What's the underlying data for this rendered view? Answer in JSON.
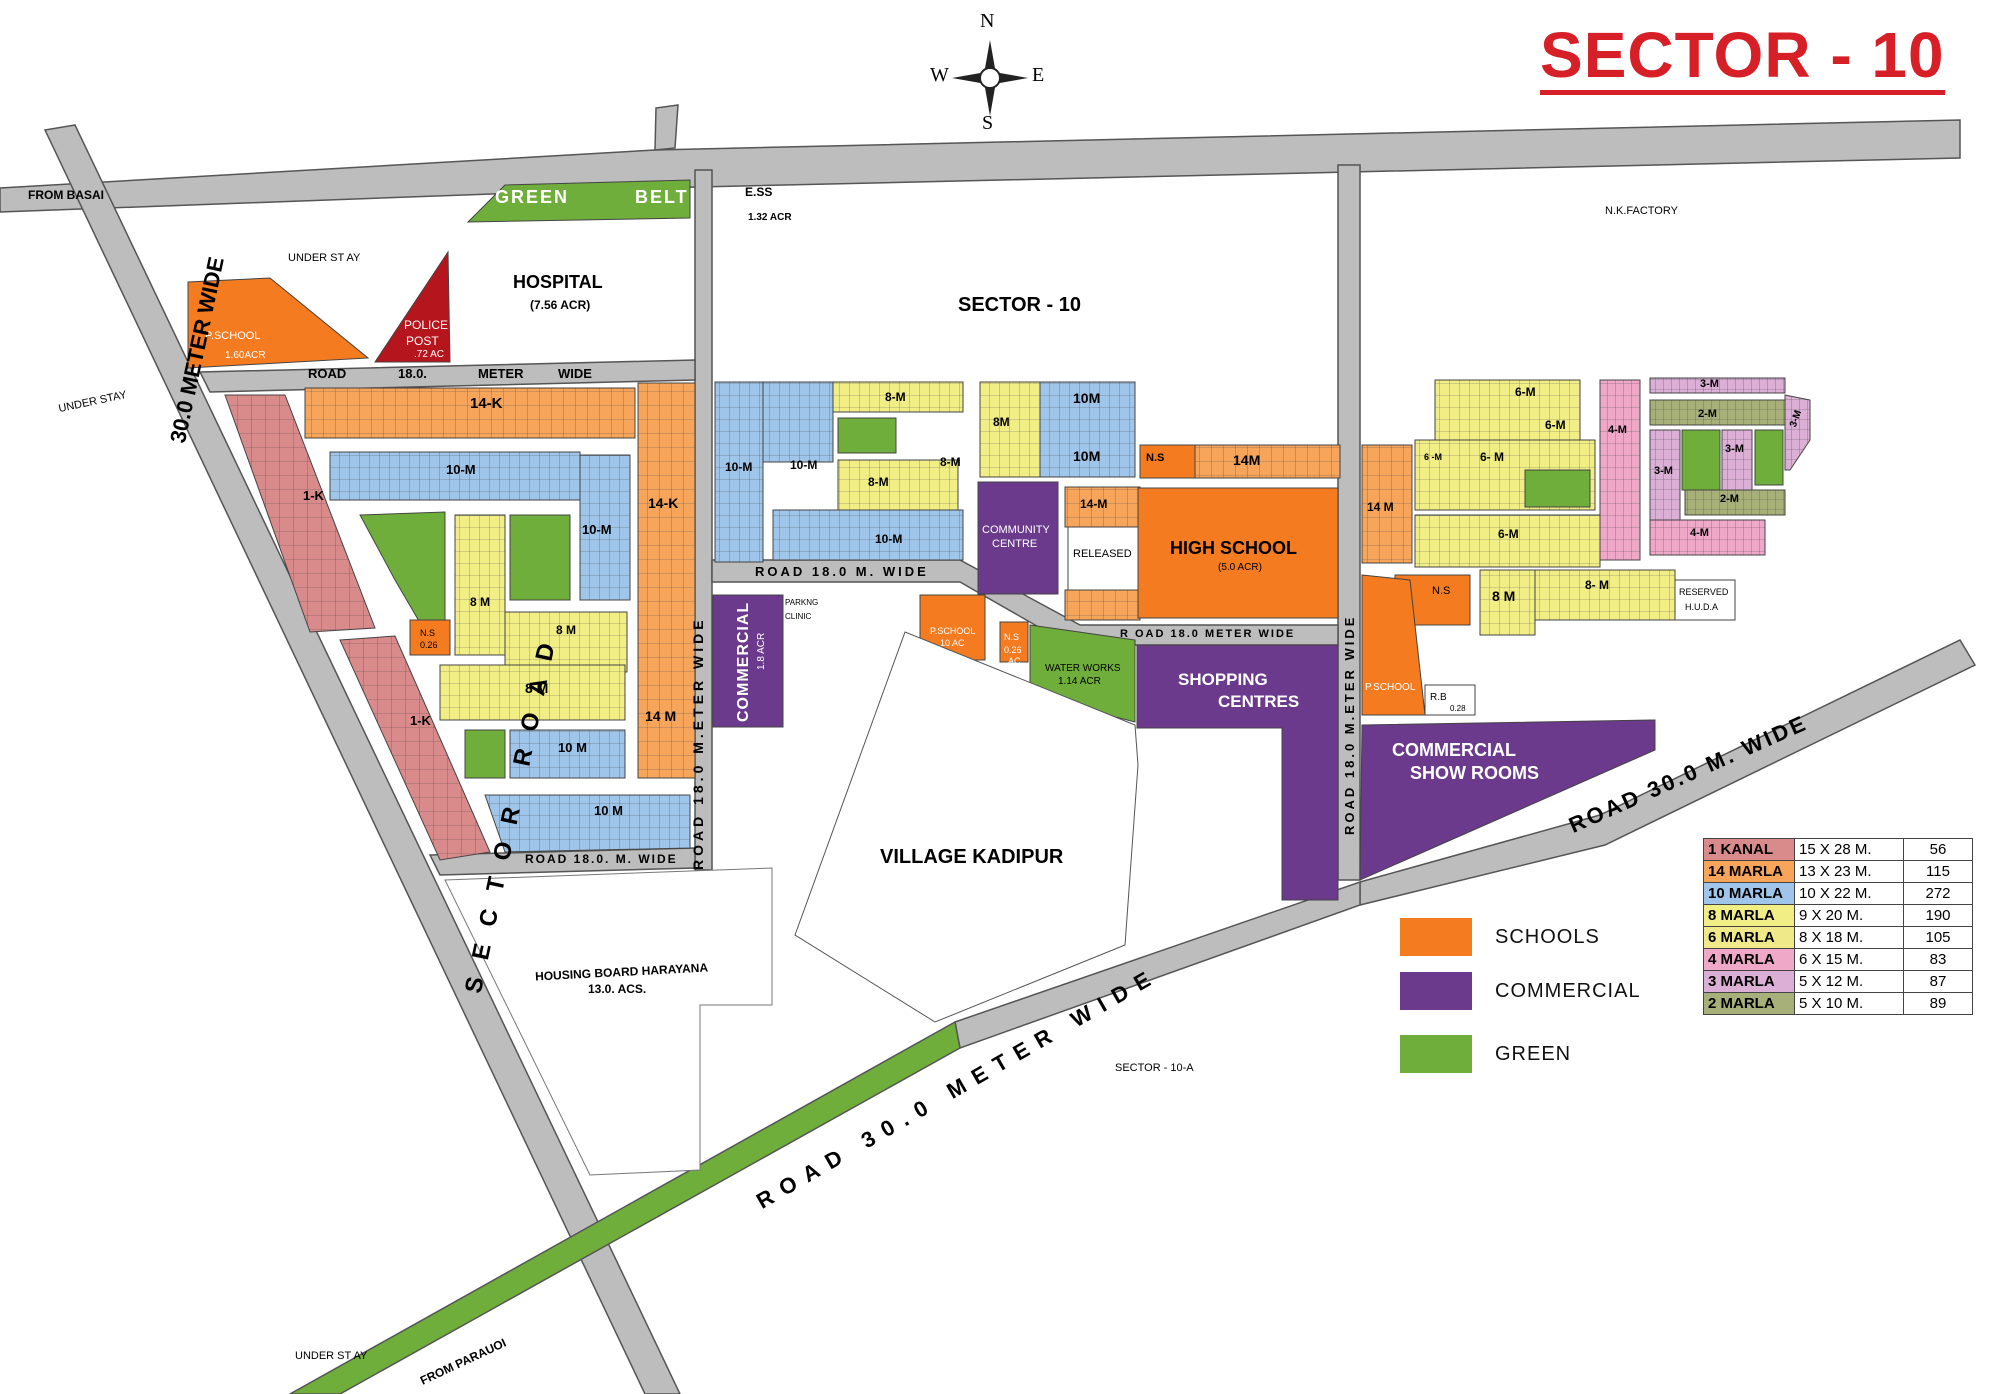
{
  "title": "SECTOR - 10",
  "compass": {
    "n": "N",
    "s": "S",
    "e": "E",
    "w": "W"
  },
  "colors": {
    "road": "#bdbdbd",
    "green": "#6fae3a",
    "school": "#f47b20",
    "commercial": "#6b3a8c",
    "police": "#b5161d",
    "kanal1": "#d98a8a",
    "marla14": "#f7a55a",
    "marla10": "#9fc6ea",
    "marla8": "#f2ee86",
    "marla6": "#efe98a",
    "marla4": "#f0a8c8",
    "marla3": "#dcb0d6",
    "marla2": "#a8b07a"
  },
  "labels": {
    "from_basai": "FROM BASAI",
    "green_belt_1": "GREEN",
    "green_belt_2": "BELT",
    "ess": "E.SS",
    "ess_area": "1.32 ACR",
    "nk_factory": "N.K.FACTORY",
    "under_stay_1": "UNDER ST AY",
    "under_stay_2": "UNDER STAY",
    "under_stay_3": "UNDER ST AY",
    "hospital": "HOSPITAL",
    "hospital_area": "(7.56 ACR)",
    "police_1": "POLICE",
    "police_2": "POST",
    "police_area": ".72 AC",
    "pschool_1": "P.SCHOOL",
    "pschool_1_area": "1.60ACR",
    "sector_10": "SECTOR - 10",
    "road_top": "ROAD",
    "road_top_2": "18.0.",
    "road_top_3": "METER",
    "road_top_4": "WIDE",
    "road_west": "30.0 METER WIDE",
    "road_west_2": "SECTOR ROAD",
    "road_mid_v": "ROAD 18.0 M.ETER WIDE",
    "road_mid_h": "ROAD 18.0 M. WIDE",
    "road_right_h": "R OAD 18.0 METER WIDE",
    "road_right_v": "ROAD 18.0 M.ETER WIDE",
    "road_bottom_left": "ROAD 18.0. M. WIDE",
    "road_30_right": "ROAD 30.0 M. WIDE",
    "road_30_south_1": "ROAD 30.0 METER WIDE",
    "community_1": "COMMUNITY",
    "community_2": "CENTRE",
    "released": "RELEASED",
    "high_school": "HIGH SCHOOL",
    "high_school_area": "(5.0 ACR)",
    "commercial_v": "COMMERCIAL",
    "commercial_v_area": "1.8 ACR",
    "parking": "PARKNG",
    "clinic": "CLINIC",
    "pschool_2": "P.SCHOOL",
    "pschool_2_area": "10 AC",
    "ns_1": "N.S",
    "ns_1_area": "0.26",
    "ns_1_unit": "AC",
    "water_works": "WATER WORKS",
    "water_works_area": "1.14 ACR",
    "shopping_1": "SHOPPING",
    "shopping_2": "CENTRES",
    "village": "VILLAGE KADIPUR",
    "housing_1": "HOUSING BOARD HARAYANA",
    "housing_2": "13.0. ACS.",
    "ns_2": "N.S",
    "pschool_3": "P.SCHOOL",
    "rb": "R.B",
    "rb_area": "0.28",
    "reserved": "RESERVED",
    "huda": "H.U.D.A",
    "comm_show_1": "COMMERCIAL",
    "comm_show_2": "SHOW ROOMS",
    "sector_10a": "SECTOR - 10-A",
    "from_parauoi": "FROM PARAUOI",
    "ns_left": "N.S",
    "ns_left_area": "0.26",
    "ns_mid": "N.S"
  },
  "block_labels": [
    {
      "id": "b14k",
      "text": "14-K"
    },
    {
      "id": "b10m_a",
      "text": "10-M"
    },
    {
      "id": "b1k_a",
      "text": "1-K"
    },
    {
      "id": "b8m_a",
      "text": "8 M"
    },
    {
      "id": "b8m_b",
      "text": "8 M"
    },
    {
      "id": "b8m_c",
      "text": "8 M"
    },
    {
      "id": "b10m_b",
      "text": "10-M"
    },
    {
      "id": "b14k_b",
      "text": "14-K"
    },
    {
      "id": "b14m_a",
      "text": "14 M"
    },
    {
      "id": "b10m_c",
      "text": "10 M"
    },
    {
      "id": "b10m_d",
      "text": "10 M"
    },
    {
      "id": "b1k_b",
      "text": "1-K"
    },
    {
      "id": "b10m_e",
      "text": "10-M"
    },
    {
      "id": "b8m_d",
      "text": "8-M"
    },
    {
      "id": "b8m_e",
      "text": "8-M"
    },
    {
      "id": "b10m_f",
      "text": "10-M"
    },
    {
      "id": "b8m_f",
      "text": "8M"
    },
    {
      "id": "b8m_g",
      "text": "8-M"
    },
    {
      "id": "b10m_g",
      "text": "10M"
    },
    {
      "id": "b10m_h",
      "text": "10M"
    },
    {
      "id": "b14m_b",
      "text": "14M"
    },
    {
      "id": "b14m_c",
      "text": "14-M"
    },
    {
      "id": "b10m_i",
      "text": "10-M"
    },
    {
      "id": "b14m_d",
      "text": "14 M"
    },
    {
      "id": "b6m_a",
      "text": "6-M"
    },
    {
      "id": "b6m_b",
      "text": "6- M"
    },
    {
      "id": "b6m_c",
      "text": "6-M"
    },
    {
      "id": "b6m_d",
      "text": "6-M"
    },
    {
      "id": "b6m_e",
      "text": "6 -M"
    },
    {
      "id": "b8m_h",
      "text": "8 M"
    },
    {
      "id": "b8m_i",
      "text": "8- M"
    },
    {
      "id": "b4m_a",
      "text": "4-M"
    },
    {
      "id": "b3m_a",
      "text": "3-M"
    },
    {
      "id": "b2m_a",
      "text": "2-M"
    },
    {
      "id": "b3m_b",
      "text": "3-M"
    },
    {
      "id": "b3m_c",
      "text": "3-M"
    },
    {
      "id": "b2m_b",
      "text": "2-M"
    },
    {
      "id": "b4m_b",
      "text": "4-M"
    },
    {
      "id": "b3m_d",
      "text": "3-M"
    }
  ],
  "legend_keys": [
    {
      "label": "SCHOOLS",
      "color": "#f47b20"
    },
    {
      "label": "COMMERCIAL",
      "color": "#6b3a8c"
    },
    {
      "label": "GREEN",
      "color": "#6fae3a"
    }
  ],
  "plot_table": [
    {
      "name": "1 KANAL",
      "size": "15 X 28 M.",
      "count": "56",
      "color": "#d98a8a"
    },
    {
      "name": "14 MARLA",
      "size": "13 X 23 M.",
      "count": "115",
      "color": "#f7a55a"
    },
    {
      "name": "10 MARLA",
      "size": "10 X 22 M.",
      "count": "272",
      "color": "#9fc6ea"
    },
    {
      "name": "8 MARLA",
      "size": "9 X 20 M.",
      "count": "190",
      "color": "#f2ee86"
    },
    {
      "name": "6 MARLA",
      "size": "8 X 18 M.",
      "count": "105",
      "color": "#efe98a"
    },
    {
      "name": "4 MARLA",
      "size": "6 X 15 M.",
      "count": "83",
      "color": "#f0a8c8"
    },
    {
      "name": "3 MARLA",
      "size": "5 X 12 M.",
      "count": "87",
      "color": "#dcb0d6"
    },
    {
      "name": "2 MARLA",
      "size": "5 X 10 M.",
      "count": "89",
      "color": "#a8b07a"
    }
  ]
}
